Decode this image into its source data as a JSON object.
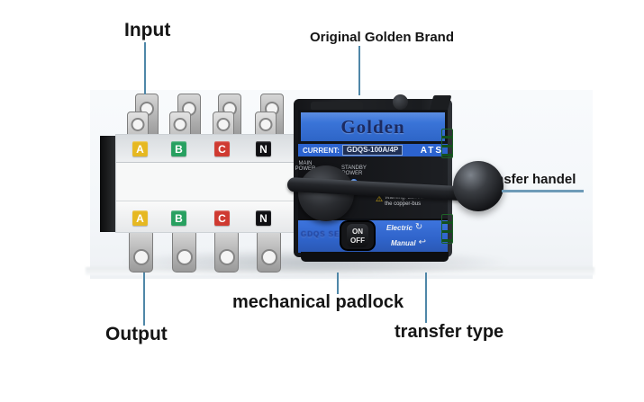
{
  "annotations": {
    "input": "Input",
    "original_brand": "Original Golden Brand",
    "transfer_handle": "transfer handel",
    "mechanical_padlock": "mechanical padlock",
    "output": "Output",
    "transfer_type": "transfer type"
  },
  "device": {
    "brand_logo": "Golden",
    "current_label": "CURRENT:",
    "current_value": "GDQS-100A/4P",
    "ats_label": "ATS",
    "main_power_label": "MAIN POWER",
    "standby_power_label": "STANDBY POWER",
    "warning_icon": "⚠",
    "warning_text": "Warning: don't touch\nthe copper-bus",
    "model_text": "GDQS SERIES",
    "switch_on": "ON",
    "switch_off": "OFF",
    "electric_label": "Electric",
    "electric_icon": "↻",
    "manual_label": "Manual",
    "manual_icon": "↩",
    "phases": [
      "A",
      "B",
      "C",
      "N"
    ],
    "phase_colors": [
      "#e6b822",
      "#27a060",
      "#cf3a31",
      "#101013"
    ]
  },
  "colors": {
    "callout_line": "#4f87a8",
    "brand_panel_blue": "#3a74d8",
    "current_strip_blue": "#2c63cf",
    "bottom_panel_blue": "#2f63c9",
    "logo_text_navy": "#1c2b61"
  }
}
